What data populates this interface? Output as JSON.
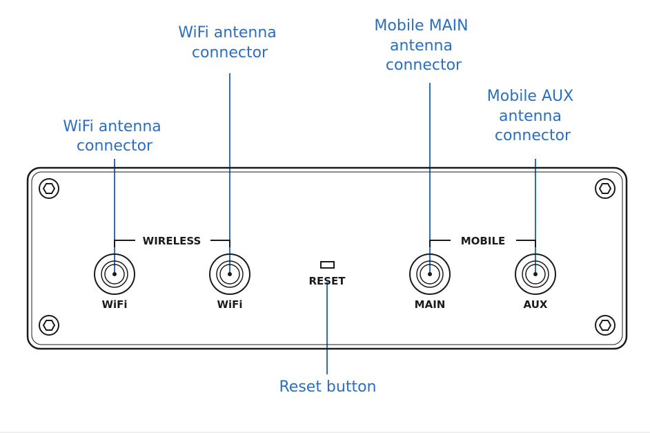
{
  "callouts": {
    "wifi1": [
      "WiFi antenna",
      "connector"
    ],
    "wifi2": [
      "WiFi antenna",
      "connector"
    ],
    "main": [
      "Mobile MAIN",
      "antenna",
      "connector"
    ],
    "aux": [
      "Mobile AUX",
      "antenna",
      "connector"
    ],
    "reset": [
      "Reset button"
    ]
  },
  "panel": {
    "group_wireless": "WIRELESS",
    "group_mobile": "MOBILE",
    "reset_label": "RESET",
    "ports": {
      "wifi1": "WiFi",
      "wifi2": "WiFi",
      "main": "MAIN",
      "aux": "AUX"
    }
  },
  "colors": {
    "callout": "#2a6fbf",
    "outline": "#1a1a1a"
  }
}
